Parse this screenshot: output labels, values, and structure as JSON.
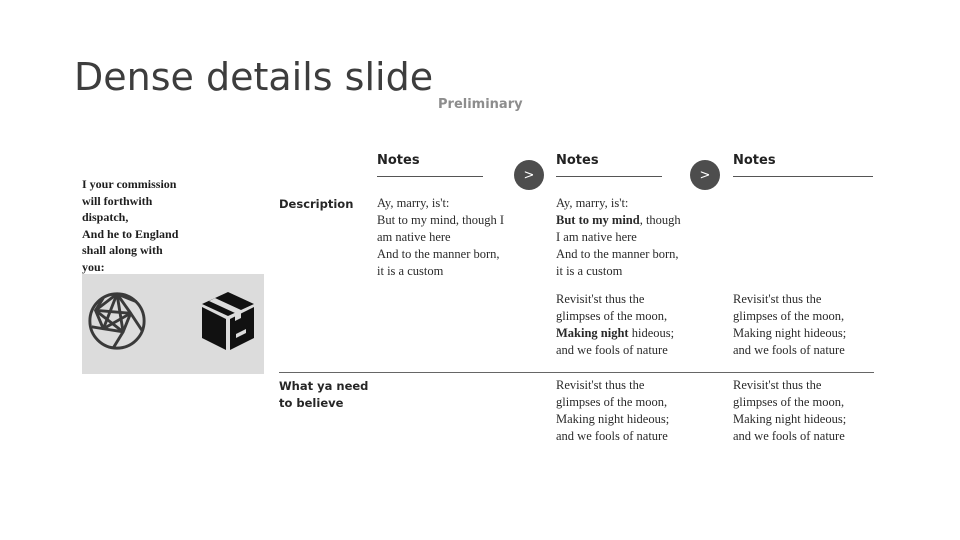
{
  "slide": {
    "title": "Dense details slide",
    "subtitle": "Preliminary"
  },
  "side": {
    "quote_lines": [
      "I your commission",
      "will forthwith",
      "dispatch,",
      "And he to England",
      "shall along with",
      "you:"
    ],
    "image_icons": [
      "aperture-icon",
      "box-icon"
    ],
    "image_bg": "#dcdcdc"
  },
  "columns": {
    "headers": [
      "Notes",
      "Notes",
      "Notes"
    ],
    "arrow_label": ">",
    "arrow_color": "#4d4d4d"
  },
  "rows": {
    "description_label": "Description",
    "believe_label_line1": "What ya need",
    "believe_label_line2": "to believe"
  },
  "cells": {
    "desc_col1": {
      "l1": "Ay, marry, is't:",
      "l2": "But to my mind, though I",
      "l3": "am native here",
      "l4": "And to the manner born,",
      "l5": "it is a custom"
    },
    "desc_col2_top": {
      "l1": "Ay, marry, is't:",
      "l2_bold": "But to my mind",
      "l2_rest": ", though",
      "l3": "I am native here",
      "l4": "And to the manner born,",
      "l5": "it is a custom"
    },
    "desc_col2_bottom": {
      "l1": "Revisit'st thus the",
      "l2": "glimpses of the moon,",
      "l3_bold": "Making night",
      "l3_rest": " hideous;",
      "l4": "and we fools of nature"
    },
    "desc_col3_bottom": {
      "l1": "Revisit'st thus the",
      "l2": "glimpses of the moon,",
      "l3": "Making night hideous;",
      "l4": "and we fools of nature"
    },
    "believe_col2": {
      "l1": "Revisit'st thus the",
      "l2": "glimpses of the moon,",
      "l3": "Making night hideous;",
      "l4": "and we fools of nature"
    },
    "believe_col3": {
      "l1": "Revisit'st thus the",
      "l2": "glimpses of the moon,",
      "l3": "Making night hideous;",
      "l4": "and we fools of nature"
    }
  }
}
